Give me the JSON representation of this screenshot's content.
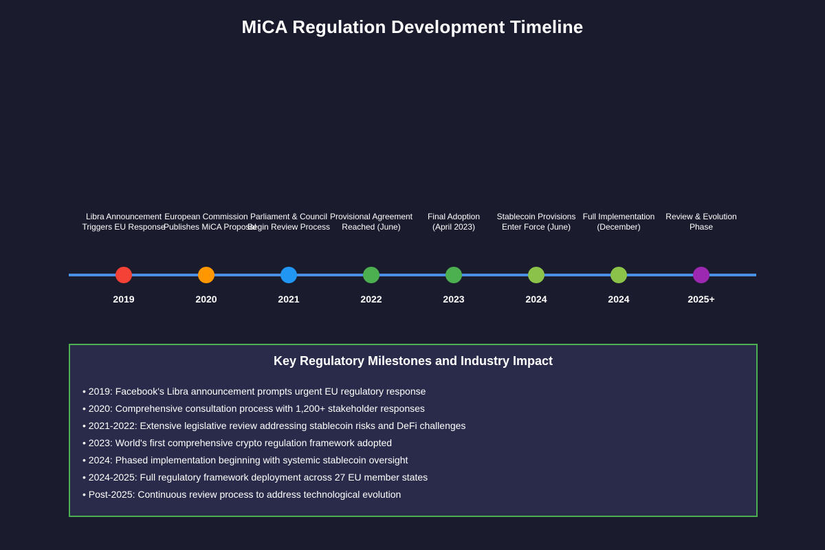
{
  "title": "MiCA Regulation Development Timeline",
  "events": [
    {
      "year": "2019",
      "label_line1": "Libra Announcement",
      "label_line2": "Triggers EU Response",
      "color": "#f44336"
    },
    {
      "year": "2020",
      "label_line1": "European Commission",
      "label_line2": "Publishes MiCA Proposal",
      "color": "#ff9800"
    },
    {
      "year": "2021",
      "label_line1": "Parliament & Council",
      "label_line2": "Begin Review Process",
      "color": "#2196f3"
    },
    {
      "year": "2022",
      "label_line1": "Provisional Agreement",
      "label_line2": "Reached (June)",
      "color": "#4caf50"
    },
    {
      "year": "2023",
      "label_line1": "Final Adoption",
      "label_line2": "(April 2023)",
      "color": "#4caf50"
    },
    {
      "year": "2024",
      "label_line1": "Stablecoin Provisions",
      "label_line2": "Enter Force (June)",
      "color": "#8bc34a"
    },
    {
      "year": "2024",
      "label_line1": "Full Implementation",
      "label_line2": "(December)",
      "color": "#8bc34a"
    },
    {
      "year": "2025+",
      "label_line1": "Review & Evolution",
      "label_line2": "Phase",
      "color": "#9c27b0"
    }
  ],
  "timeline_color": "#4a90e2",
  "milestones": {
    "title": "Key Regulatory Milestones and Industry Impact",
    "border_color": "#4caf50",
    "items": [
      "• 2019: Facebook's Libra announcement prompts urgent EU regulatory response",
      "• 2020: Comprehensive consultation process with 1,200+ stakeholder responses",
      "• 2021-2022: Extensive legislative review addressing stablecoin risks and DeFi challenges",
      "• 2023: World's first comprehensive crypto regulation framework adopted",
      "• 2024: Phased implementation beginning with systemic stablecoin oversight",
      "• 2024-2025: Full regulatory framework deployment across 27 EU member states",
      "• Post-2025: Continuous review process to address technological evolution"
    ]
  }
}
